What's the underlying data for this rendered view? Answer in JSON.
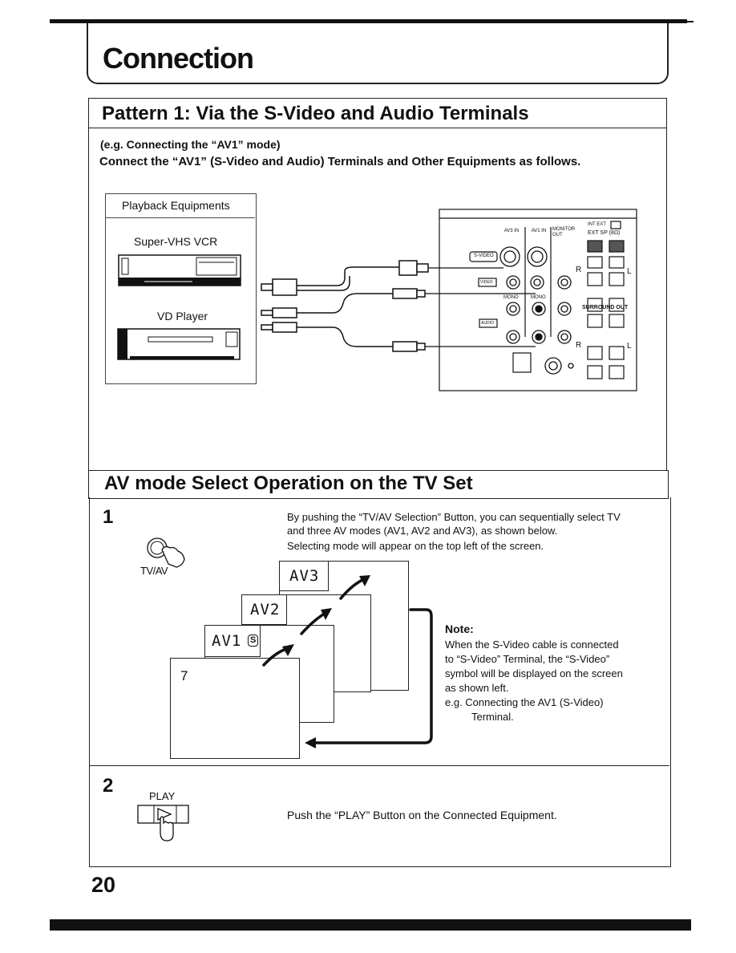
{
  "page_title": "Connection",
  "pattern1": {
    "title": "Pattern 1: Via the S-Video and Audio Terminals",
    "subtitle": "(e.g. Connecting the “AV1” mode)",
    "instruction": "Connect the “AV1” (S-Video and Audio) Terminals and Other Equipments as follows.",
    "equipment_box_title": "Playback Equipments",
    "devices": [
      "Super-VHS VCR",
      "VD Player"
    ],
    "tv_labels": {
      "av3_in": "AV3 IN",
      "av1_in": "AV1 IN",
      "monitor_out": "MONITOR OUT",
      "int_ext": "INT  EXT",
      "ext_sp": "EXT SP (8Ω)",
      "s_video": "S-VIDEO",
      "video": "VIDEO",
      "mono_left": "MONO",
      "mono_mid": "MONO",
      "audio": "AUDIO",
      "surround_out": "SURROUND OUT",
      "r1": "R",
      "r2": "R",
      "l1": "L",
      "l2": "L"
    }
  },
  "av_mode": {
    "title": "AV mode Select Operation on the TV Set",
    "step1": {
      "number": "1",
      "button_label": "TV/AV",
      "description": "By pushing the “TV/AV Selection” Button, you can sequentially select TV and three AV modes (AV1, AV2 and AV3), as shown below.",
      "description2": "Selecting mode will appear on the top left of the screen.",
      "screens": [
        "AV3",
        "AV2",
        "AV1",
        "7"
      ],
      "s_symbol": "S",
      "note_title": "Note:",
      "note_lines": [
        "When the S-Video cable is connected",
        "to “S-Video” Terminal, the “S-Video”",
        "symbol will be displayed on the screen",
        "as shown left.",
        "e.g.  Connecting the AV1 (S-Video)",
        "Terminal."
      ]
    },
    "step2": {
      "number": "2",
      "button_label": "PLAY",
      "description": "Push the “PLAY” Button on the Connected Equipment."
    }
  },
  "page_number": "20"
}
